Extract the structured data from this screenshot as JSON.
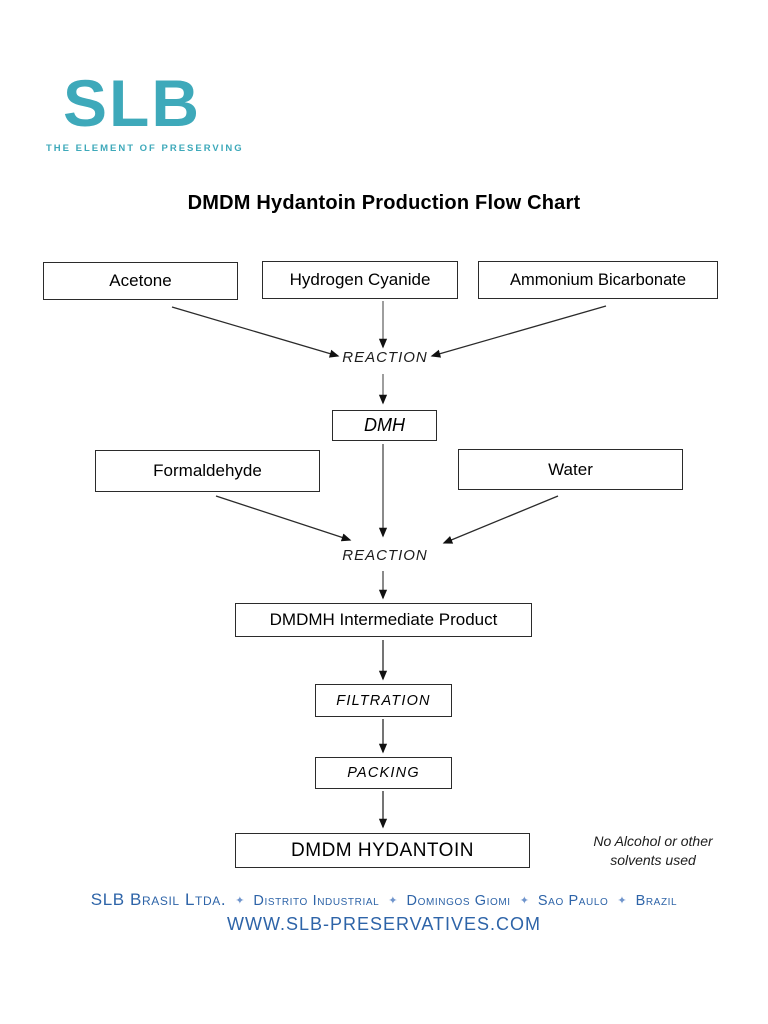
{
  "page": {
    "title": "DMDM Hydantoin Production Flow Chart"
  },
  "logo": {
    "text": "SLB",
    "tagline": "THE ELEMENT OF PRESERVING",
    "color": "#3EA9BA"
  },
  "flowchart": {
    "inputs_stage1": [
      "Acetone",
      "Hydrogen Cyanide",
      "Ammonium Bicarbonate"
    ],
    "reaction1_label": "REACTION",
    "intermediate1": "DMH",
    "inputs_stage2": [
      "Formaldehyde",
      "Water"
    ],
    "reaction2_label": "REACTION",
    "intermediate2": "DMDMH Intermediate Product",
    "process_steps": [
      "FILTRATION",
      "PACKING"
    ],
    "final_product": "DMDM HYDANTOIN",
    "note_line1": "No Alcohol or other",
    "note_line2": "solvents used"
  },
  "footer": {
    "company": "SLB Brasil Ltda.",
    "items": [
      "Distrito Industrial",
      "Domingos Giomi",
      "Sao Paulo",
      "Brazil"
    ],
    "separator": "✦",
    "website": "WWW.SLB-PRESERVATIVES.COM",
    "color": "#2E64A8"
  }
}
